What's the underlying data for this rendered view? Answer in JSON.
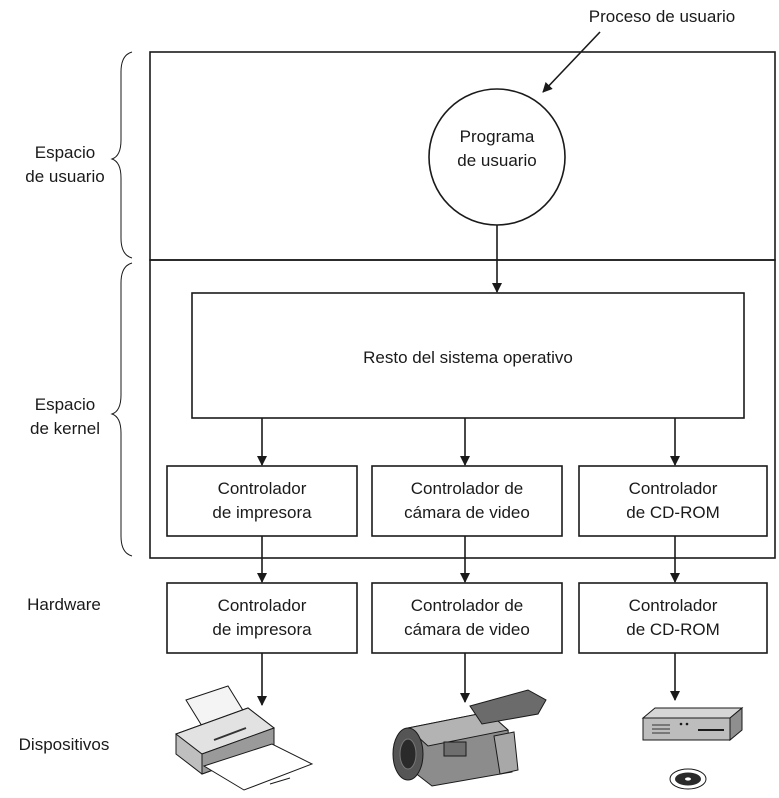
{
  "top_label": "Proceso de usuario",
  "program": {
    "line1": "Programa",
    "line2": "de usuario"
  },
  "os_box": "Resto del sistema operativo",
  "regions": {
    "user_space": {
      "line1": "Espacio",
      "line2": "de usuario"
    },
    "kernel_space": {
      "line1": "Espacio",
      "line2": "de kernel"
    },
    "hardware": "Hardware",
    "devices": "Dispositivos"
  },
  "drivers": [
    {
      "line1": "Controlador",
      "line2": "de impresora"
    },
    {
      "line1": "Controlador de",
      "line2": "cámara de video"
    },
    {
      "line1": "Controlador",
      "line2": "de CD-ROM"
    }
  ],
  "controllers": [
    {
      "line1": "Controlador",
      "line2": "de impresora"
    },
    {
      "line1": "Controlador de",
      "line2": "cámara de video"
    },
    {
      "line1": "Controlador",
      "line2": "de CD-ROM"
    }
  ],
  "device_icons": [
    "printer-icon",
    "camcorder-icon",
    "cdrom-drive-icon"
  ]
}
